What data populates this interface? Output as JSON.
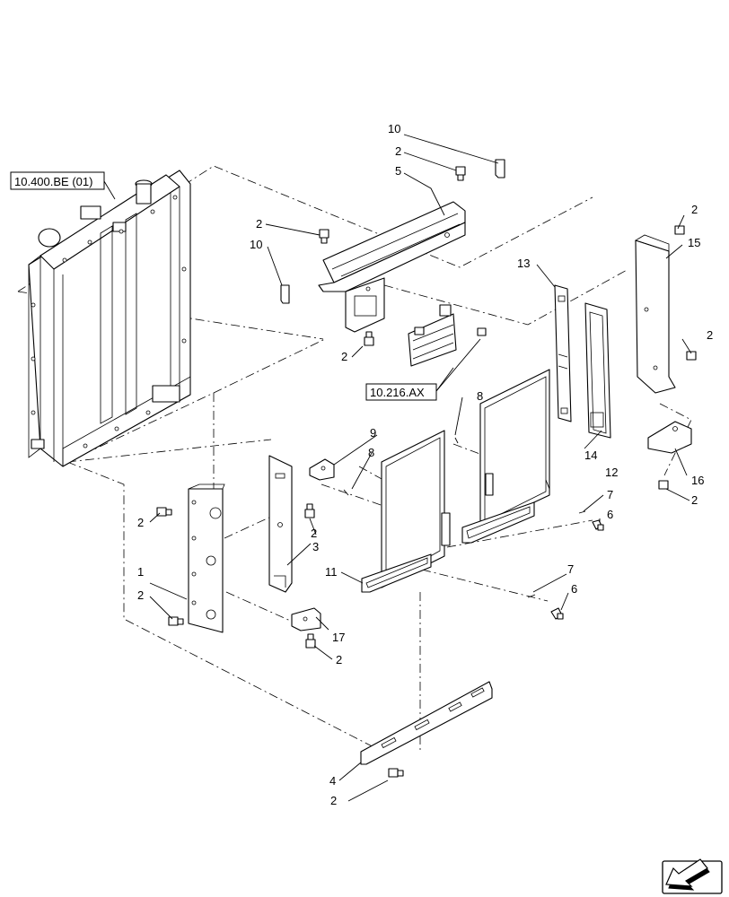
{
  "diagram": {
    "references": [
      {
        "id": "ref-radiator",
        "text": "10.400.BE (01)"
      },
      {
        "id": "ref-oil-cooler",
        "text": "10.216.AX"
      }
    ],
    "callouts": [
      "1",
      "2",
      "3",
      "4",
      "5",
      "6",
      "7",
      "8",
      "9",
      "10",
      "11",
      "12",
      "13",
      "14",
      "15",
      "16",
      "17"
    ],
    "labels": {
      "n1": "1",
      "n2": "2",
      "n3": "3",
      "n4": "4",
      "n5": "5",
      "n6": "6",
      "n7": "7",
      "n8": "8",
      "n9": "9",
      "n10": "10",
      "n11": "11",
      "n12": "12",
      "n13": "13",
      "n14": "14",
      "n15": "15",
      "n16": "16",
      "n17": "17"
    },
    "nav": {
      "icon": "next-page-arrow-icon"
    }
  }
}
